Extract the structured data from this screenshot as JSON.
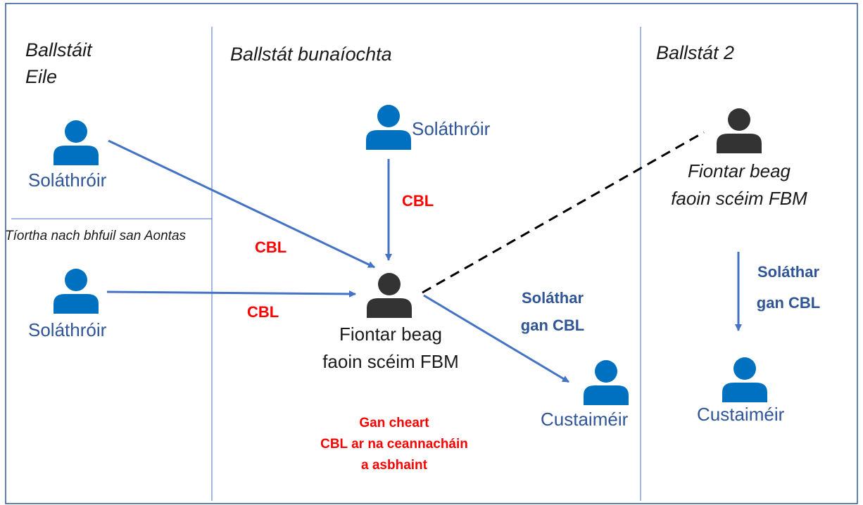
{
  "regions": {
    "other_member_states_line1": "Ballstáit",
    "other_member_states_line2": "Eile",
    "non_eu_countries": "Tíortha nach bhfuil san Aontas",
    "member_state_of_establishment": "Ballstát bunaíochta",
    "member_state_2": "Ballstát 2"
  },
  "actors": {
    "supplier_other_ms": "Soláthróir",
    "supplier_non_eu": "Soláthróir",
    "supplier_establishment": "Soláthróir",
    "small_enterprise_line1": "Fiontar beag",
    "small_enterprise_line2": "faoin scéim FBM",
    "small_enterprise_ms2_line1": "Fiontar beag",
    "small_enterprise_ms2_line2": "faoin scéim FBM",
    "customer_establishment": "Custaiméir",
    "customer_ms2": "Custaiméir"
  },
  "flows": {
    "vat_from_other_ms": "CBL",
    "vat_from_non_eu": "CBL",
    "vat_from_establishment_supplier": "CBL",
    "supply_without_vat_line1": "Soláthar",
    "supply_without_vat_line2": "gan CBL",
    "supply_without_vat_ms2_line1": "Soláthar",
    "supply_without_vat_ms2_line2": "gan CBL"
  },
  "note": {
    "line1": "Gan cheart",
    "line2": "CBL ar na ceannacháin",
    "line3": "a asbhaint"
  },
  "colors": {
    "border": "#2f5597",
    "arrow": "#4472c4",
    "person_blue": "#0070c0",
    "person_dark": "#333333",
    "label_blue": "#2f5597",
    "vat_red": "#ff0000"
  }
}
